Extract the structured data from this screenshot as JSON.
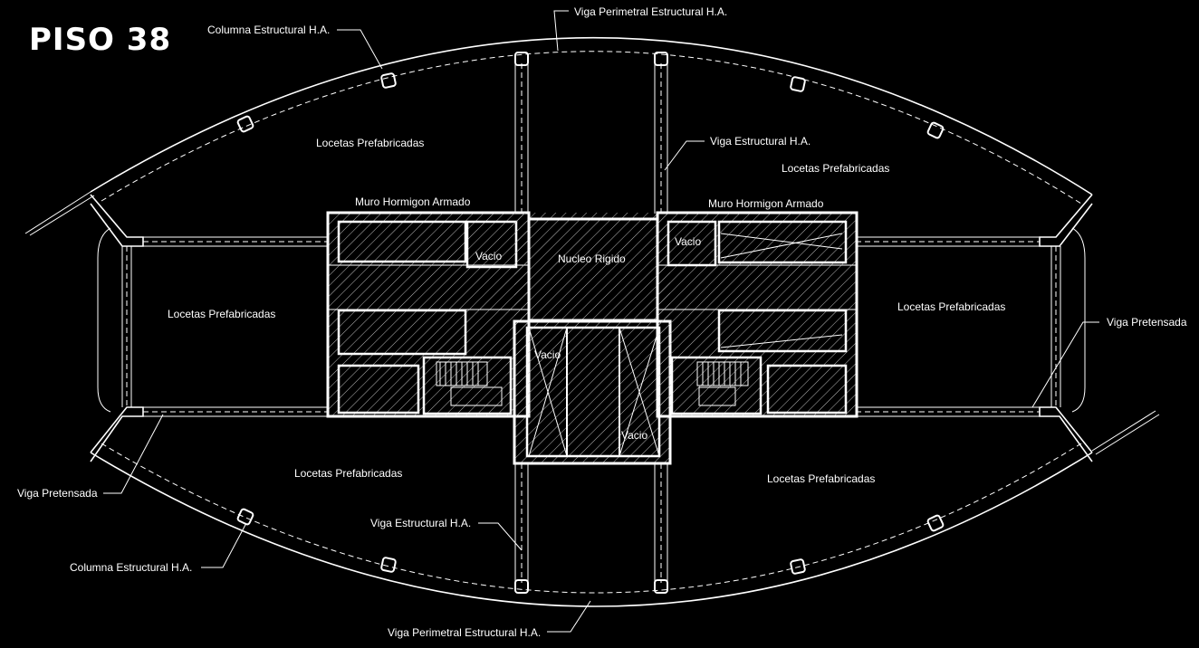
{
  "title": "PISO 38",
  "labels": {
    "columna_top": "Columna Estructural H.A.",
    "viga_perimetral_top": "Viga Perimetral Estructural H.A.",
    "locetas_top_left": "Locetas Prefabricadas",
    "viga_estructural_top": "Viga  Estructural H.A.",
    "locetas_top_right": "Locetas Prefabricadas",
    "muro_left": "Muro Hormigon Armado",
    "muro_right": "Muro Hormigon Armado",
    "vacio_1": "Vacio",
    "nucleo": "Nucleo Rigido",
    "vacio_2": "Vacio",
    "locetas_left": "Locetas Prefabricadas",
    "locetas_right": "Locetas Prefabricadas",
    "viga_pretensada_right": "Viga Pretensada",
    "vacio_3": "Vacio",
    "vacio_4": "Vacio",
    "viga_pretensada_left": "Viga Pretensada",
    "locetas_bottom_left": "Locetas Prefabricadas",
    "locetas_bottom_right": "Locetas Prefabricadas",
    "viga_estructural_bottom": "Viga  Estructural H.A.",
    "columna_bottom": "Columna Estructural H.A.",
    "viga_perimetral_bottom": "Viga Perimetral Estructural H.A."
  },
  "colors": {
    "background": "#000000",
    "lines": "#ffffff"
  }
}
